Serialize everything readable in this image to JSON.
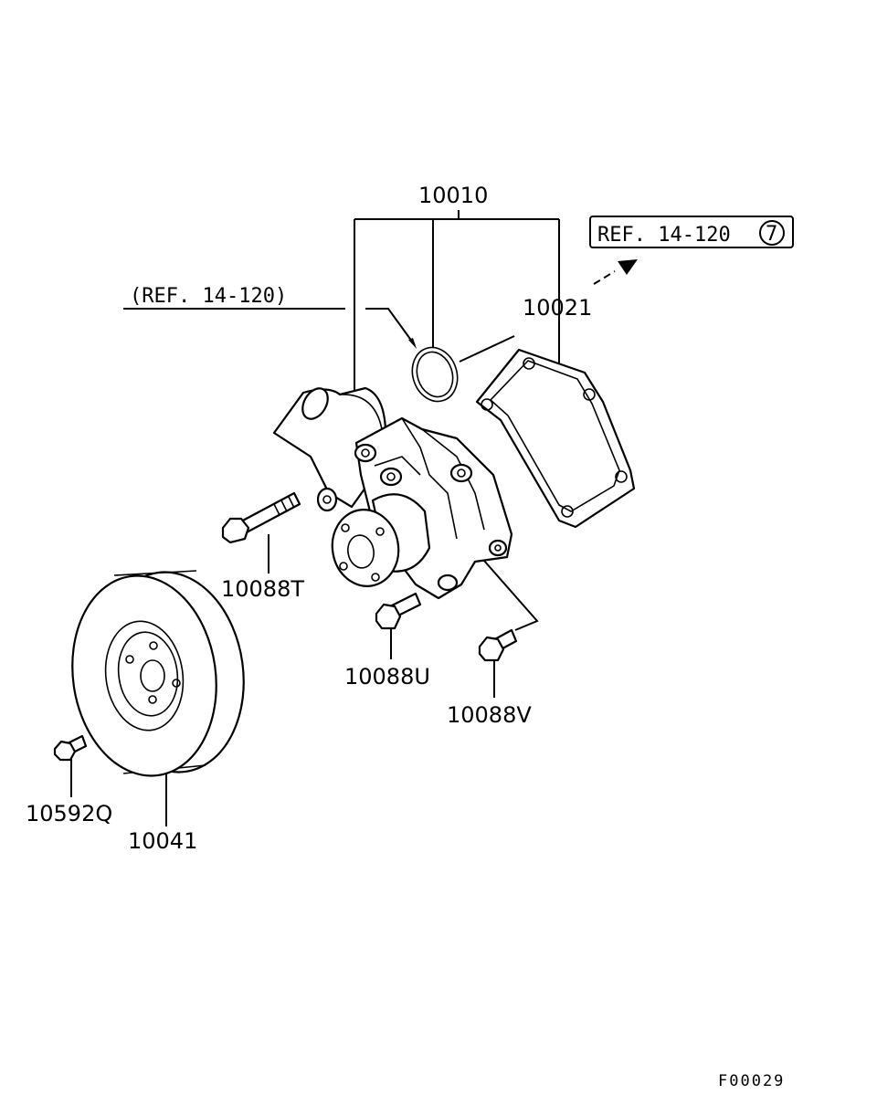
{
  "parts": {
    "water_pump_assy": "10010",
    "gasket": "10021",
    "pulley": "10041",
    "bolt_t": "10088T",
    "bolt_u": "10088U",
    "bolt_v": "10088V",
    "bolt_q": "10592Q"
  },
  "references": {
    "o_ring_ref": "(REF. 14-120)",
    "gasket_ref": "REF. 14-120",
    "gasket_ref_circle": "7"
  },
  "figure_code": "F00029"
}
